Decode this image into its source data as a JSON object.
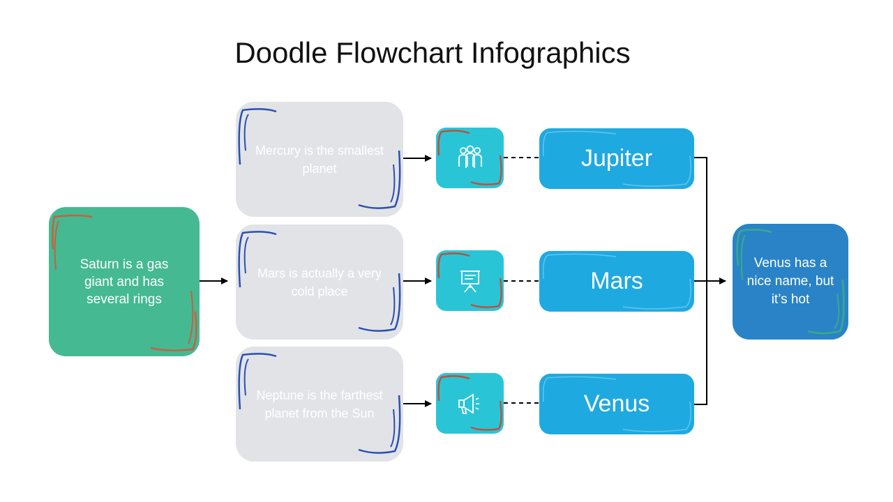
{
  "title": "Doodle Flowchart Infographics",
  "start": {
    "text": "Saturn is a gas giant and has several rings"
  },
  "steps": [
    {
      "text": "Mercury is the smallest planet",
      "icon": "people-group-icon",
      "planet": "Jupiter"
    },
    {
      "text": "Mars is actually a very cold place",
      "icon": "presentation-board-icon",
      "planet": "Mars"
    },
    {
      "text": "Neptune is the farthest planet from the Sun",
      "icon": "megaphone-icon",
      "planet": "Venus"
    }
  ],
  "end": {
    "text": "Venus has a nice name, but it’s hot"
  },
  "colors": {
    "start": "#45b992",
    "grey_box": "#e1e3e7",
    "icon_box": "#29c5d6",
    "planet_box": "#1fa9e1",
    "end": "#2a83c7",
    "doodle_blue": "#2a4fae",
    "doodle_red": "#c0503c"
  }
}
